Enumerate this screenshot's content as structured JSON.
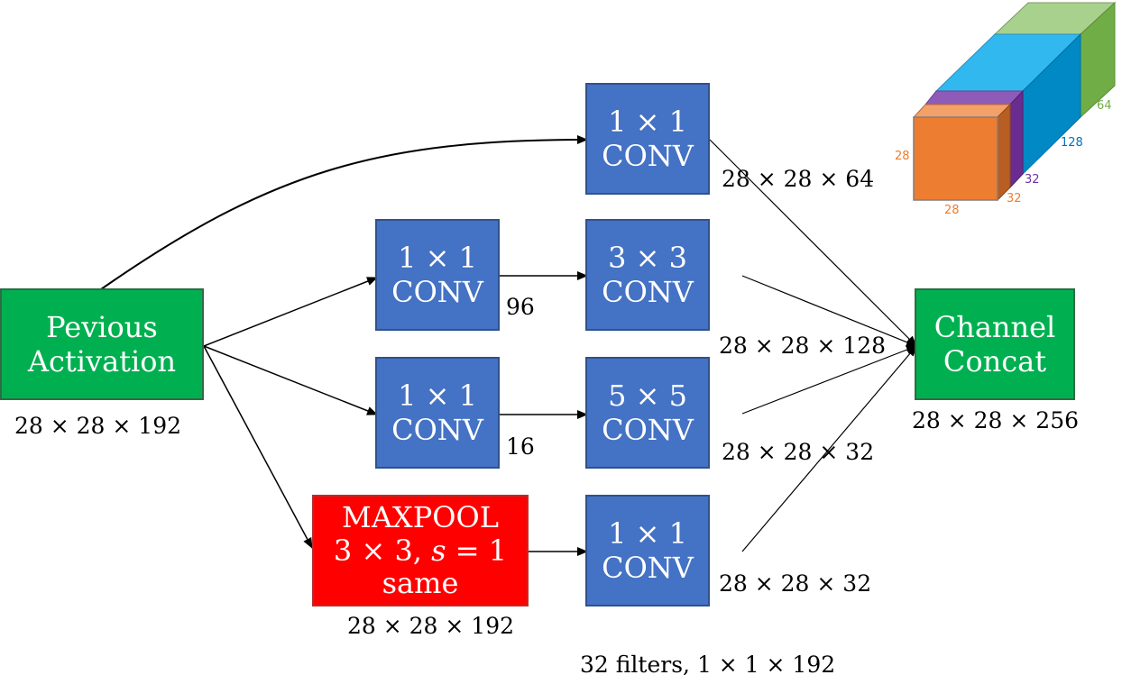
{
  "nodes": {
    "previous": [
      "Pevious",
      "Activation"
    ],
    "conv1x1_top": [
      "1 × 1",
      "CONV"
    ],
    "conv1x1_reduce_a": [
      "1 × 1",
      "CONV"
    ],
    "conv3x3": [
      "3 × 3",
      "CONV"
    ],
    "conv1x1_reduce_b": [
      "1 × 1",
      "CONV"
    ],
    "conv5x5": [
      "5 × 5",
      "CONV"
    ],
    "maxpool": [
      "MAXPOOL",
      "3 × 3, 𝑠 = 1",
      "same"
    ],
    "conv1x1_pool": [
      "1 × 1",
      "CONV"
    ],
    "concat": [
      "Channel",
      "Concat"
    ]
  },
  "labels": {
    "previous_dim": "28 × 28 × 192",
    "top_out": "28 × 28 × 64",
    "reduce_a_channels": "96",
    "conv3x3_out": "28 × 28 × 128",
    "reduce_b_channels": "16",
    "conv5x5_out": "28 × 28 × 32",
    "maxpool_out": "28 × 28 × 192",
    "pool_conv_out": "28 × 28 × 32",
    "concat_out": "28 × 28 × 256",
    "pool_filters": "32 filters, 1 × 1 × 192"
  },
  "cube": {
    "height": "28",
    "width": "28",
    "depths": [
      "32",
      "32",
      "128",
      "64"
    ],
    "colors": {
      "orange": "#ed7d31",
      "purple": "#7030a0",
      "blue": "#0070c0",
      "green": "#70ad47"
    }
  },
  "colors": {
    "conv": "#4472c4",
    "activation": "#00b050",
    "pool": "#ff0000"
  }
}
